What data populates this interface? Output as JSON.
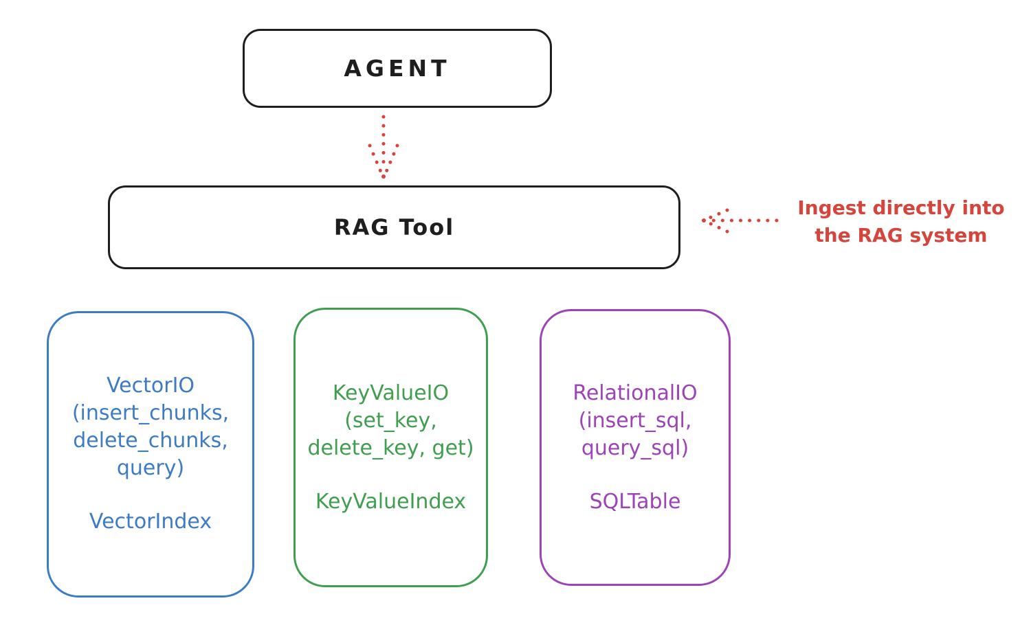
{
  "colors": {
    "ink": "#1e1e1e",
    "red": "#d6453b",
    "blue": "#3d7cc4",
    "green": "#3f9e4f",
    "purple": "#9c43b8",
    "background": "#ffffff"
  },
  "agent": {
    "label": "AGENT"
  },
  "rag_tool": {
    "label": "RAG Tool"
  },
  "annotation": {
    "line1": "Ingest directly into",
    "line2": "the RAG system"
  },
  "boxes": [
    {
      "name": "vector-io",
      "color": "#3d7cc4",
      "title_lines": [
        "VectorIO",
        "(insert_chunks,",
        "delete_chunks,",
        "query)"
      ],
      "index_label": "VectorIndex"
    },
    {
      "name": "key-value-io",
      "color": "#3f9e4f",
      "title_lines": [
        "KeyValueIO",
        "(set_key,",
        "delete_key, get)"
      ],
      "index_label": "KeyValueIndex"
    },
    {
      "name": "relational-io",
      "color": "#9c43b8",
      "title_lines": [
        "RelationalIO",
        "(insert_sql,",
        "query_sql)"
      ],
      "index_label": "SQLTable"
    }
  ]
}
